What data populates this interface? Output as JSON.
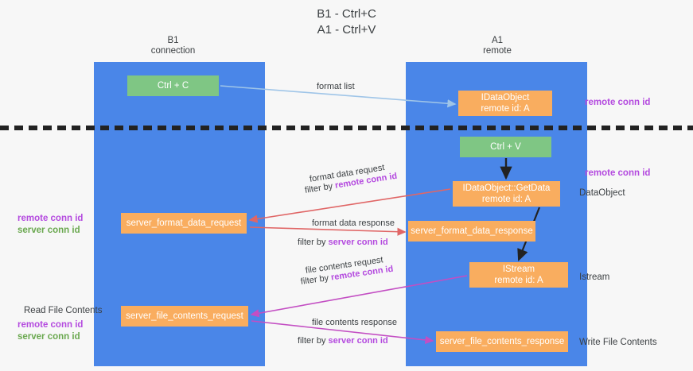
{
  "title": {
    "line1": "B1 - Ctrl+C",
    "line2": "A1 - Ctrl+V"
  },
  "columns": [
    {
      "name": "B1",
      "sub": "connection"
    },
    {
      "name": "A1",
      "sub": "remote"
    }
  ],
  "boxes": {
    "ctrl_c": "Ctrl + C",
    "idataobject_l1": "IDataObject",
    "idataobject_l2": "remote id: A",
    "ctrl_v": "Ctrl + V",
    "getdata_l1": "IDataObject::GetData",
    "getdata_l2": "remote id: A",
    "server_format_data_request": "server_format_data_request",
    "server_format_data_response": "server_format_data_response",
    "istream_l1": "IStream",
    "istream_l2": "remote id: A",
    "server_file_contents_request": "server_file_contents_request",
    "server_file_contents_response": "server_file_contents_response"
  },
  "annotations": {
    "right_remote_conn_id_1": "remote conn id",
    "right_remote_conn_id_2": "remote conn id",
    "right_dataobject": "DataObject",
    "right_istream": "Istream",
    "right_write_file_contents": "Write File Contents",
    "left_remote_conn_id_1": "remote conn id",
    "left_server_conn_id_1": "server conn id",
    "left_read_file_contents": "Read File Contents",
    "left_remote_conn_id_2": "remote conn id",
    "left_server_conn_id_2": "server conn id"
  },
  "flow_labels": {
    "format_list": "format list",
    "format_data_request": "format data request",
    "format_data_request_filter_prefix": "filter by ",
    "format_data_request_filter_key": "remote conn id",
    "format_data_response": "format data response",
    "format_data_response_filter_prefix": "filter by ",
    "format_data_response_filter_key": "server conn id",
    "file_contents_request": "file contents request",
    "file_contents_request_filter_prefix": "filter by ",
    "file_contents_request_filter_key": "remote conn id",
    "file_contents_response": "file contents response",
    "file_contents_response_filter_prefix": "filter by ",
    "file_contents_response_filter_key": "server conn id"
  },
  "colors": {
    "lane": "#4a86e8",
    "green_box": "#7fc684",
    "orange_box": "#f9ad5f",
    "purple": "#b44adf",
    "green_text": "#6aa84f",
    "arrow_light_blue": "#9fc5e8",
    "arrow_red": "#e06666",
    "arrow_magenta": "#c34ec3",
    "arrow_black": "#222222",
    "background": "#f7f7f7"
  }
}
